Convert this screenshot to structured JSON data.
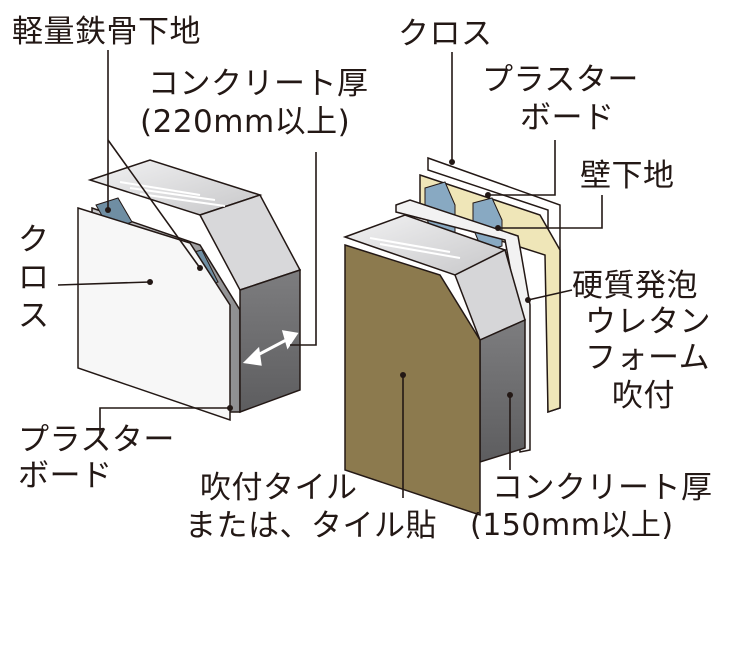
{
  "labels": {
    "light_steel_frame": "軽量鉄骨下地",
    "concrete_220_l1": "コンクリート厚",
    "concrete_220_l2": "(220mm以上)",
    "cloth_left_1": "ク",
    "cloth_left_2": "ロ",
    "cloth_left_3": "ス",
    "plasterboard_left_l1": "プラスター",
    "plasterboard_left_l2": "ボード",
    "tile_l1": "吹付タイル",
    "tile_l2": "または、タイル貼",
    "cloth_right": "クロス",
    "plasterboard_right_l1": "プラスター",
    "plasterboard_right_l2": "ボード",
    "wall_base": "壁下地",
    "urethane_l1": "硬質発泡",
    "urethane_l2": "ウレタン",
    "urethane_l3": "フォーム",
    "urethane_l4": "吹付",
    "concrete_150_l1": "コンクリート厚",
    "concrete_150_l2": "(150mm以上)"
  },
  "colors": {
    "concrete_face": "#9a9a9c",
    "concrete_dark": "#6e6e70",
    "concrete_top": "#e6e6e8",
    "board": "#f7f7f7",
    "steel": "#6f8ea3",
    "urethane": "#efe6b8",
    "tile": "#8c7a4e",
    "stud": "#88a9c2",
    "line": "#231815"
  }
}
